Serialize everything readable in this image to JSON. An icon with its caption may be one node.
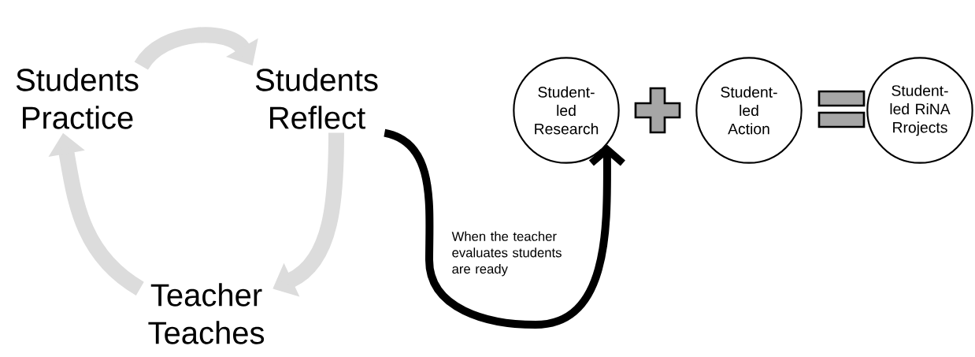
{
  "diagram": {
    "nodes": [
      {
        "text": [
          "Students Practice"
        ]
      },
      {
        "text": [
          "Students Reflect"
        ]
      },
      {
        "text": [
          "Teacher Teaches"
        ]
      },
      {
        "text": [
          "Student-led Research"
        ]
      },
      {
        "text": [
          "Student-led Action"
        ]
      },
      {
        "text": [
          "Student-led RiNA Rrojects"
        ]
      }
    ],
    "edges": [
      {
        "from": 0,
        "to": 1,
        "arrow": "to"
      },
      {
        "from": 1,
        "to": 2,
        "arrow": "to"
      },
      {
        "from": 2,
        "to": 0,
        "arrow": "to"
      },
      {
        "from": 1,
        "to": 3,
        "arrow": "to",
        "label": "When the teacher evaluates students are ready",
        "color": "#000000"
      }
    ]
  }
}
